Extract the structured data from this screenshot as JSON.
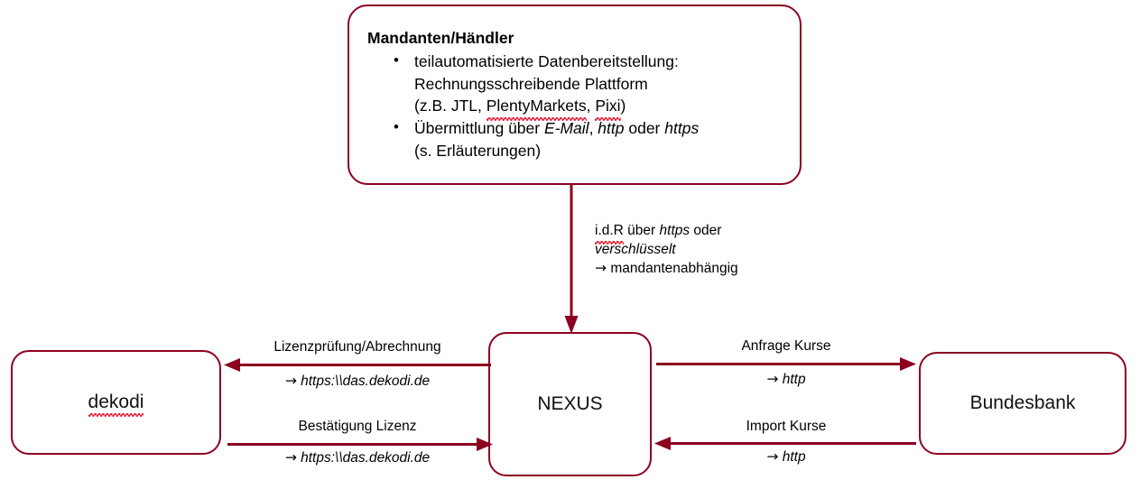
{
  "diagram": {
    "title_block": {
      "heading": "Mandanten/Händler",
      "bullets": [
        {
          "lines": [
            {
              "segments": [
                {
                  "text": "teilautomatisierte Datenbereitstellung:",
                  "style": "normal"
                }
              ]
            },
            {
              "segments": [
                {
                  "text": "Rechnungsschreibende Plattform",
                  "style": "normal"
                }
              ]
            },
            {
              "segments": [
                {
                  "text": "(z.B. JTL, ",
                  "style": "normal"
                },
                {
                  "text": "PlentyMarkets",
                  "style": "spellcheck"
                },
                {
                  "text": ", ",
                  "style": "normal"
                },
                {
                  "text": "Pixi",
                  "style": "spellcheck"
                },
                {
                  "text": ")",
                  "style": "normal"
                }
              ]
            }
          ]
        },
        {
          "lines": [
            {
              "segments": [
                {
                  "text": "Übermittlung über ",
                  "style": "normal"
                },
                {
                  "text": "E-Mail",
                  "style": "italic"
                },
                {
                  "text": ", ",
                  "style": "normal"
                },
                {
                  "text": "http",
                  "style": "italic"
                },
                {
                  "text": " oder ",
                  "style": "normal"
                },
                {
                  "text": "https",
                  "style": "italic"
                }
              ]
            },
            {
              "segments": [
                {
                  "text": "(s. Erläuterungen)",
                  "style": "normal"
                }
              ]
            }
          ]
        }
      ]
    },
    "nodes": {
      "dekodi": {
        "label": "dekodi",
        "spellcheck": true
      },
      "nexus": {
        "label": "NEXUS",
        "spellcheck": false
      },
      "bundesbank": {
        "label": "Bundesbank",
        "spellcheck": false
      }
    },
    "vertical_flow_note": {
      "line1_pre": "i.d.R",
      "line1_mid": " über ",
      "line1_italic": "https",
      "line1_post": " oder",
      "line2_italic": "verschlüsselt",
      "arrow_glyph": "→",
      "line3": "mandantenabhängig"
    },
    "edges": [
      {
        "id": "lizenzpruefung",
        "title": "Lizenzprüfung/Abrechnung",
        "arrow_glyph": "→",
        "protocol": "https:\\\\das.dekodi.de",
        "direction": "left",
        "from": "NEXUS",
        "to": "dekodi"
      },
      {
        "id": "bestaetigung-lizenz",
        "title": "Bestätigung  Lizenz",
        "arrow_glyph": "→",
        "protocol": "https:\\\\das.dekodi.de",
        "direction": "right",
        "from": "dekodi",
        "to": "NEXUS"
      },
      {
        "id": "anfrage-kurse",
        "title": "Anfrage Kurse",
        "arrow_glyph": "→",
        "protocol": "http",
        "direction": "right",
        "from": "NEXUS",
        "to": "Bundesbank"
      },
      {
        "id": "import-kurse",
        "title": "Import Kurse",
        "arrow_glyph": "→",
        "protocol": "http",
        "direction": "left",
        "from": "Bundesbank",
        "to": "NEXUS"
      }
    ],
    "colors": {
      "line": "#8C0020",
      "text": "#111111",
      "background": "#ffffff",
      "spellcheck_underline": "#e8142d"
    }
  }
}
